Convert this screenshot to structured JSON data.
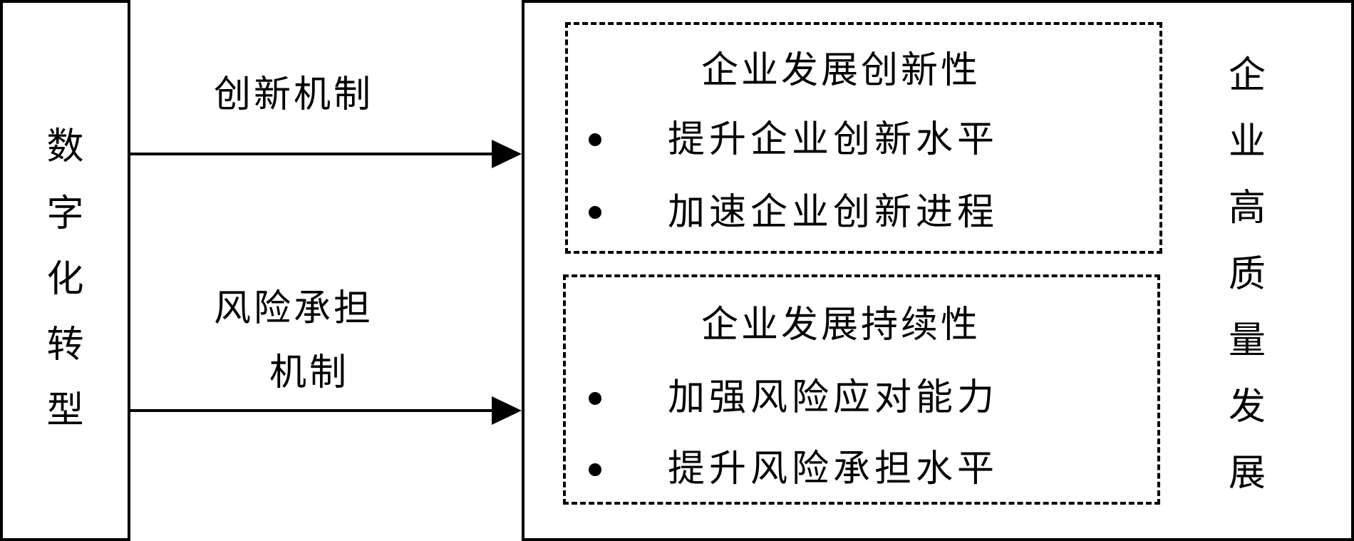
{
  "left_node": {
    "label": "数字化转型",
    "chars": [
      "数",
      "字",
      "化",
      "转",
      "型"
    ]
  },
  "arrows": [
    {
      "label_lines": [
        "创新机制"
      ]
    },
    {
      "label_lines": [
        "风险承担",
        "机制"
      ]
    }
  ],
  "groups": [
    {
      "title": "企业发展创新性",
      "bullets": [
        "提升企业创新水平",
        "加速企业创新进程"
      ]
    },
    {
      "title": "企业发展持续性",
      "bullets": [
        "加强风险应对能力",
        "提升风险承担水平"
      ]
    }
  ],
  "right_node": {
    "label": "企业高质量发展",
    "chars": [
      "企",
      "业",
      "高",
      "质",
      "量",
      "发",
      "展"
    ]
  }
}
